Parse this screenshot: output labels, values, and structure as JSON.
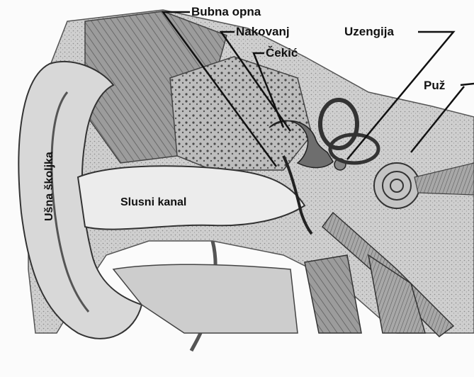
{
  "labels": {
    "eardrum": "Bubna opna",
    "anvil": "Nakovanj",
    "hammer": "Čekić",
    "stirrup": "Uzengija",
    "cochlea": "Puž",
    "ear_canal": "Slusni kanal",
    "auricle": "Ušna školjka"
  }
}
